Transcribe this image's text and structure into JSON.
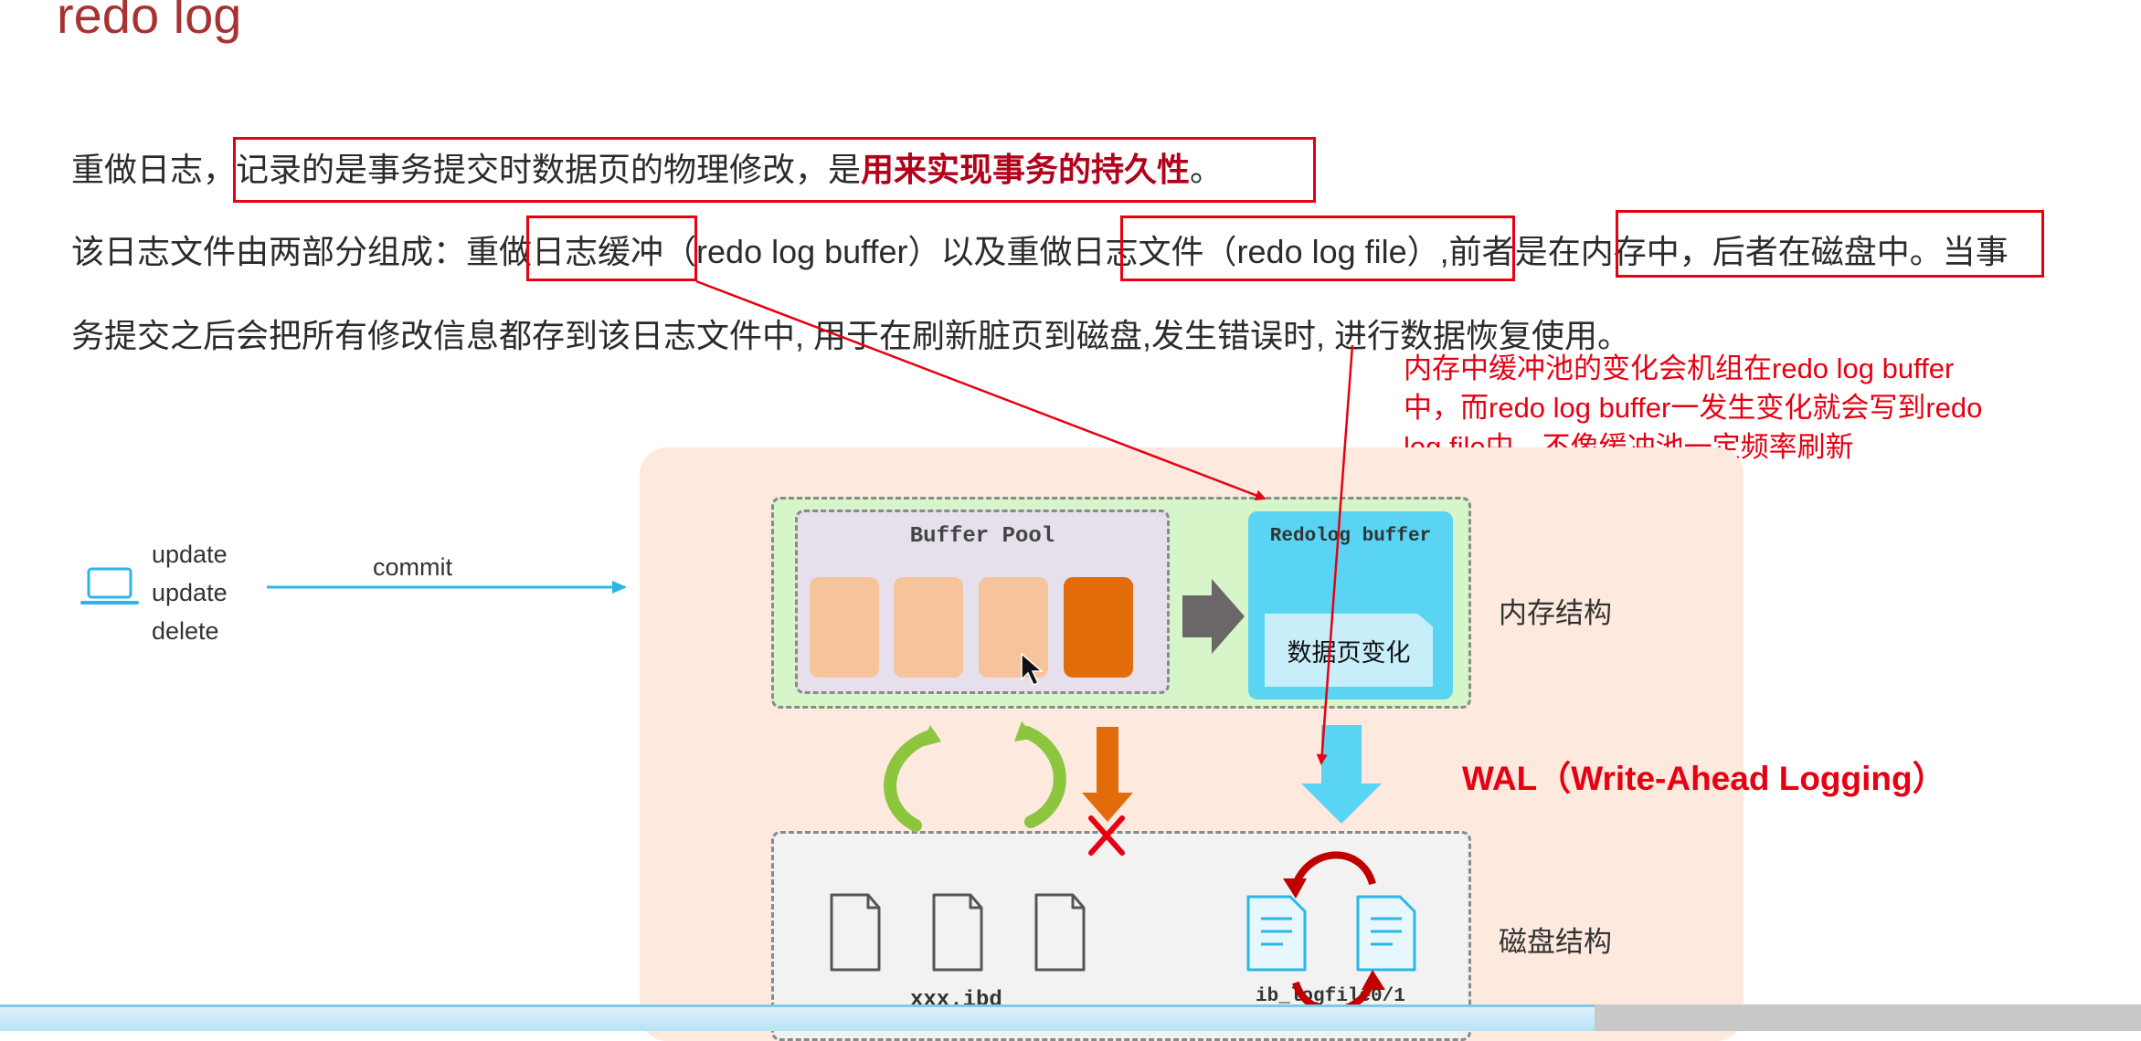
{
  "title": "redo log",
  "para1": {
    "prefix": "重做日志，",
    "highlight": "记录的是事务提交时数据页的物理修改，是",
    "bold": "用来实现事务的持久性",
    "end": "。"
  },
  "para2": {
    "t1": "该日志文件由两部分组成：重",
    "t2": "做日志缓冲",
    "t3": "（redo log buffer）以及",
    "t4": "重做日志文件（redo log file）",
    "t5": ",前者",
    "t6": "是在内存中，后者在磁盘中。",
    "t7": "当事"
  },
  "para3": "务提交之后会把所有修改信息都存到该日志文件中, 用于在刷新脏页到磁盘,发生错误时, 进行数据恢复使用。",
  "note": "内存中缓冲池的变化会机组在redo log buffer中，而redo log buffer一发生变化就会写到redo log file中，不像缓冲池一定频率刷新",
  "client": {
    "ops": [
      "update",
      "update",
      "delete"
    ],
    "commit": "commit",
    "icon": "laptop-icon"
  },
  "memory": {
    "buffer_pool_label": "Buffer Pool",
    "redolog_buffer_label": "Redolog buffer",
    "page_change": "数据页变化",
    "label": "内存结构"
  },
  "disk": {
    "ibd_label": "xxx.ibd",
    "logfile_label": "ib_logfile0/1",
    "label": "磁盘结构"
  },
  "wal": "WAL（Write-Ahead Logging）",
  "colors": {
    "red": "#e60012",
    "page_clean": "#f7c39b",
    "page_dirty": "#e36c0a",
    "redo_blue": "#5ad4f3",
    "arrow_blue": "#29b6e8",
    "recycle_green": "#8cc63f",
    "flush_orange": "#e36c0a"
  }
}
